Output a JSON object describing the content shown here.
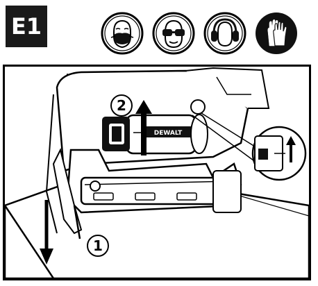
{
  "header": {
    "step_code": "E1",
    "ppe_icons": [
      {
        "name": "face-mask-icon"
      },
      {
        "name": "safety-glasses-icon"
      },
      {
        "name": "ear-protection-icon"
      },
      {
        "name": "gloves-icon"
      }
    ]
  },
  "illustration": {
    "step_markers": [
      "2",
      "1"
    ],
    "brand_text": "DEWALT"
  }
}
